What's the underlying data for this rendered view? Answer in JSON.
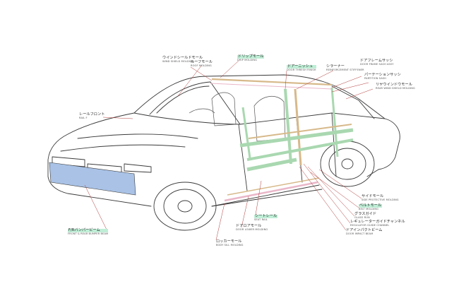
{
  "labels": {
    "windshield_molding": {
      "jp": "ウインドシールドモール",
      "en": "WIND SHIELD MOLDING"
    },
    "drip_molding": {
      "jp": "ドリップモール",
      "en": "DRIP MOLDING"
    },
    "roof_molding": {
      "jp": "ルーフモール",
      "en": "ROOF MOLDING"
    },
    "door_finish": {
      "jp": "ドアーニッシュ",
      "en": "DOOR THRESH FINISH"
    },
    "reinforcement": {
      "jp": "シラーナー",
      "en": "REINFORCEMENT STIFFENER"
    },
    "door_frame_sash": {
      "jp": "ドアフレームサッシ",
      "en": "DOOR FRAME SASH ASSY"
    },
    "partition_sash": {
      "jp": "パーテーションサッシ",
      "en": "PARTITION SASH"
    },
    "rear_windshield_molding": {
      "jp": "リヤウインドウモール",
      "en": "REAR WIND SHIELD MOLDING"
    },
    "rail_front": {
      "jp": "レールフロント",
      "en": "RAIL F"
    },
    "side_molding": {
      "jp": "サイドモール",
      "en": "SIDE PROTECTIVE MOLDING"
    },
    "belt_molding": {
      "jp": "ベルトモール",
      "en": "BELT MOLDING"
    },
    "glass_guide": {
      "jp": "グラスガイド",
      "en": "GLASS RUN"
    },
    "regulator_channel": {
      "jp": "レギュレーターガイドチャンネル",
      "en": "REGULATOR GUIDE CHANNEL"
    },
    "impact_beam": {
      "jp": "ドアインパクトビーム",
      "en": "DOOR IMPACT BEAM"
    },
    "seat_rail": {
      "jp": "シートレール",
      "en": "SEAT RAIL"
    },
    "door_lower_molding": {
      "jp": "ドアロアモール",
      "en": "DOOR LOWER MOLDING"
    },
    "rocker_molding": {
      "jp": "ロッカーモール",
      "en": "BODY SILL MOLDING"
    },
    "bumper_beam": {
      "jp": "F/Rバンパービーム",
      "en": "FRONT & REAR BUMPER BEAM"
    }
  },
  "colors": {
    "highlight_fill": "#bfeed6",
    "outline": "#3a3a3a",
    "leader_red": "#b23a3a",
    "part_green": "#a9d8b0",
    "part_tan": "#d7b98a",
    "part_blue": "#a9c2e6",
    "part_pink": "#e9b6c8"
  }
}
